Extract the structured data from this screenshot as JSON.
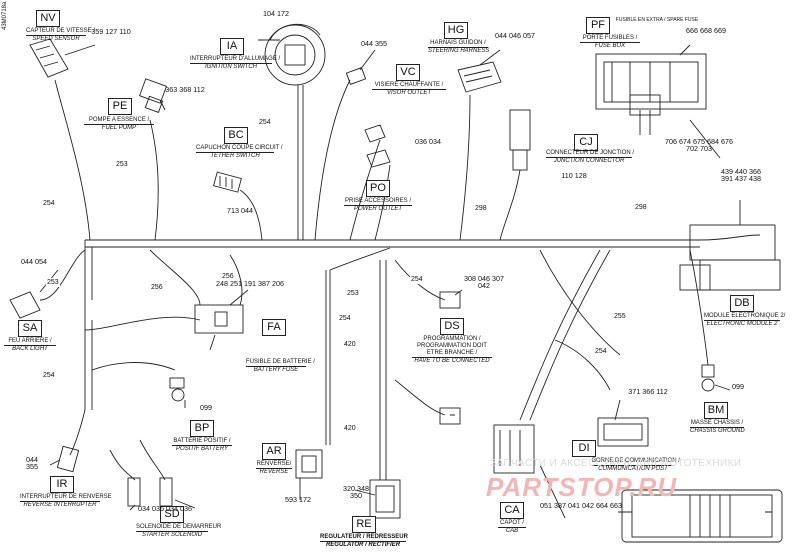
{
  "doc_number": "43M0718a",
  "watermark": {
    "text": "ЗАПЧАСТИ И АКСЕССУАРЫ ДЛЯ МОТОТЕХНИКИ",
    "logo": "PARTSTOP.RU"
  },
  "components": {
    "NV": {
      "code": "NV",
      "fr": "CAPTEUR DE VITESSE /",
      "en": "SPEED SENSOR",
      "parts": "359 127 110"
    },
    "PE": {
      "code": "PE",
      "fr": "POMPE A ESSENCE /",
      "en": "FUEL PUMP",
      "parts": "363 368 112"
    },
    "IA": {
      "code": "IA",
      "fr": "INTERRUPTEUR D'ALLUMAGE /",
      "en": "IGNITION SWITCH",
      "parts": "104 172"
    },
    "BC": {
      "code": "BC",
      "fr": "CAPUCHON COUPE CIRCUIT /",
      "en": "TETHER SWITCH",
      "parts": "713 044"
    },
    "VC": {
      "code": "VC",
      "fr": "VISIERE CHAUFFANTE /",
      "en": "VISOR OUTLET",
      "parts": "044 355"
    },
    "HG": {
      "code": "HG",
      "fr": "HARNAIS GUIDON /",
      "en": "STEERING HARNESS",
      "parts": "044 046 057"
    },
    "PF": {
      "code": "PF",
      "fr": "PORTE FUSIBLES /",
      "en": "FUSE BOX",
      "note": "FUSIBLE EN EXTRA / SPARE FUSE",
      "parts_top": "666 668 669",
      "parts_bottom": "706 674 675 684 676 702 703"
    },
    "PO": {
      "code": "PO",
      "fr": "PRISE ACCESSOIRES /",
      "en": "POWER OUTLET",
      "parts": "036 034"
    },
    "CJ": {
      "code": "CJ",
      "fr": "CONNECTEUR DE JONCTION /",
      "en": "JUNCTION CONNECTOR",
      "parts": "110 128"
    },
    "DB": {
      "code": "DB",
      "fr": "MODULE ELECTRONIQUE 2/",
      "en": "ELECTRONIC MODULE 2",
      "parts": "439 440 366 391 437 438"
    },
    "SA": {
      "code": "SA",
      "fr": "FEU ARRIERE /",
      "en": "BACK LIGHT",
      "parts": "044 054"
    },
    "FA": {
      "code": "FA",
      "fr": "FUSIBLE DE BATTERIE /",
      "en": "BATTERY FUSE",
      "parts": "248 251 191 387 206"
    },
    "DS": {
      "code": "DS",
      "fr": "PROGRAMMATION / PROGRAMMATION DOIT ETRE BRANCHE /",
      "en": "HAVE TO BE CONNECTED",
      "parts": "308 046 307 042"
    },
    "BP": {
      "code": "BP",
      "fr": "BATTERIE POSITIF /",
      "en": "POSITIF BATTERY",
      "parts": "099"
    },
    "AR": {
      "code": "AR",
      "fr": "RENVERSE/",
      "en": "REVERSE",
      "parts": "593 172"
    },
    "IR": {
      "code": "IR",
      "fr": "INTERRUPTEUR DE RENVERSE",
      "en": "REVERSE INTERRUPTER",
      "parts": "044 355"
    },
    "SD": {
      "code": "SD",
      "fr": "SOLENOIDE DE DEMARREUR",
      "en": "STARTER SOLENOID",
      "parts": "034 036 034 036"
    },
    "RE": {
      "code": "RE",
      "fr": "REGULATEUR / REDRESSEUR",
      "en": "REGULATOR / RECTIFIER",
      "parts": "320 348 350"
    },
    "CA": {
      "code": "CA",
      "fr": "CAPOT /",
      "en": "CAB",
      "parts": "051 387 041 042 664 663"
    },
    "DI": {
      "code": "DI",
      "fr": "BORNE DE COMMUNICATION /",
      "en": "COMMUNICATION POST",
      "parts": "371 366 112"
    },
    "BM": {
      "code": "BM",
      "fr": "MASSE CHASSIS /",
      "en": "CHASSIS GROUND",
      "parts": "099"
    }
  },
  "wire_labels": [
    "254",
    "253",
    "254",
    "256",
    "256",
    "253",
    "254",
    "298",
    "298",
    "253",
    "420",
    "420",
    "254",
    "255",
    "254",
    "254"
  ]
}
